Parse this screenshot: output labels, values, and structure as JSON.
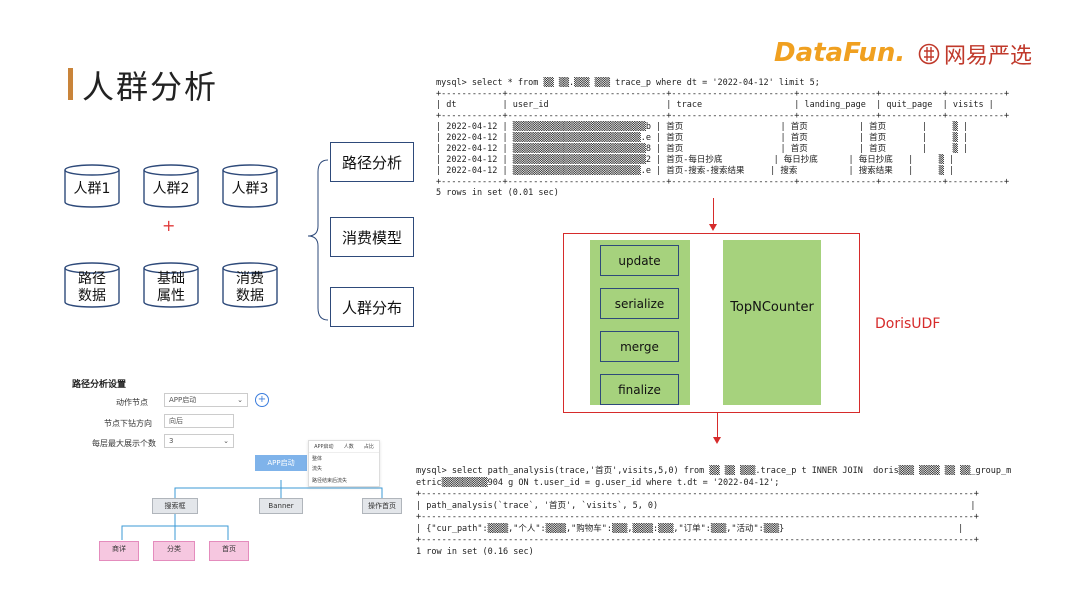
{
  "header": {
    "title": "人群分析",
    "brand_primary": "DataFun.",
    "brand_secondary": "网易严选",
    "accent_color": "#c9843a"
  },
  "crowds": {
    "top": [
      "人群1",
      "人群2",
      "人群3"
    ],
    "plus": "+",
    "bottom": [
      {
        "line1": "路径",
        "line2": "数据"
      },
      {
        "line1": "基础",
        "line2": "属性"
      },
      {
        "line1": "消费",
        "line2": "数据"
      }
    ]
  },
  "options": [
    "路径分析",
    "消费模型",
    "人群分布"
  ],
  "query1": {
    "command": "mysql> select * from ▒▒ ▒▒.▒▒▒ ▒▒▒ trace_p where dt = '2022-04-12' limit 5;",
    "border": "+------------+-------------------------------+------------------------+---------------+------------+-----------+",
    "header": "| dt         | user_id                       | trace                  | landing_page  | quit_page  | visits |",
    "rows": [
      "| 2022-04-12 | ▒▒▒▒▒▒▒▒▒▒▒▒▒▒▒▒▒▒▒▒▒▒▒▒▒▒b | 首页                   | 首页          | 首页       |     ▒ |",
      "| 2022-04-12 | ▒▒▒▒▒▒▒▒▒▒▒▒▒▒▒▒▒▒▒▒▒▒▒▒▒.e | 首页                   | 首页          | 首页       |     ▒ |",
      "| 2022-04-12 | ▒▒▒▒▒▒▒▒▒▒▒▒▒▒▒▒▒▒▒▒▒▒▒▒▒▒8 | 首页                   | 首页          | 首页       |     ▒ |",
      "| 2022-04-12 | ▒▒▒▒▒▒▒▒▒▒▒▒▒▒▒▒▒▒▒▒▒▒▒▒▒▒2 | 首页-每日抄底          | 每日抄底      | 每日抄底   |     ▒ |",
      "| 2022-04-12 | ▒▒▒▒▒▒▒▒▒▒▒▒▒▒▒▒▒▒▒▒▒▒▒▒▒.e | 首页-搜索-搜索结果     | 搜索          | 搜索结果   |     ▒ |"
    ],
    "footer": "5 rows in set (0.01 sec)"
  },
  "udf": {
    "functions": [
      "update",
      "serialize",
      "merge",
      "finalize"
    ],
    "counter": "TopNCounter",
    "label": "DorisUDF"
  },
  "query2": {
    "line1": "mysql> select path_analysis(trace,'首页',visits,5,0) from ▒▒ ▒▒ ▒▒▒.trace_p t INNER JOIN  doris▒▒▒ ▒▒▒▒ ▒▒ ▒▒_group_m",
    "line2": "etric▒▒▒▒▒▒▒▒▒904 g ON t.user_id = g.user_id where t.dt = '2022-04-12';",
    "border": "+------------------------------------------------------------------------------------------------------------+",
    "header": "| path_analysis(`trace`, '首页', `visits`, 5, 0)                                                             |",
    "result": "| {\"cur_path\":▒▒▒▒,\"个人\":▒▒▒▒,\"购物车\":▒▒▒,▒▒▒▒:▒▒▒,\"订单\":▒▒▒,\"活动\":▒▒▒}                                  |",
    "footer": "1 row in set (0.16 sec)"
  },
  "path_settings": {
    "title": "路径分析设置",
    "fields": [
      {
        "label": "动作节点",
        "value": "APP启动"
      },
      {
        "label": "节点下钻方向",
        "value": "向后"
      },
      {
        "label": "每层最大展示个数",
        "value": "3"
      }
    ],
    "tree": {
      "root": "APP启动",
      "level1": [
        "搜索框",
        "Banner",
        "操作首页"
      ],
      "level2": [
        "商详",
        "分类",
        "首页"
      ]
    },
    "tooltip": {
      "tabs": [
        "APP启动",
        "人数",
        "占比"
      ],
      "rows": [
        "整体",
        "流失",
        "路径结束后流失"
      ]
    }
  }
}
